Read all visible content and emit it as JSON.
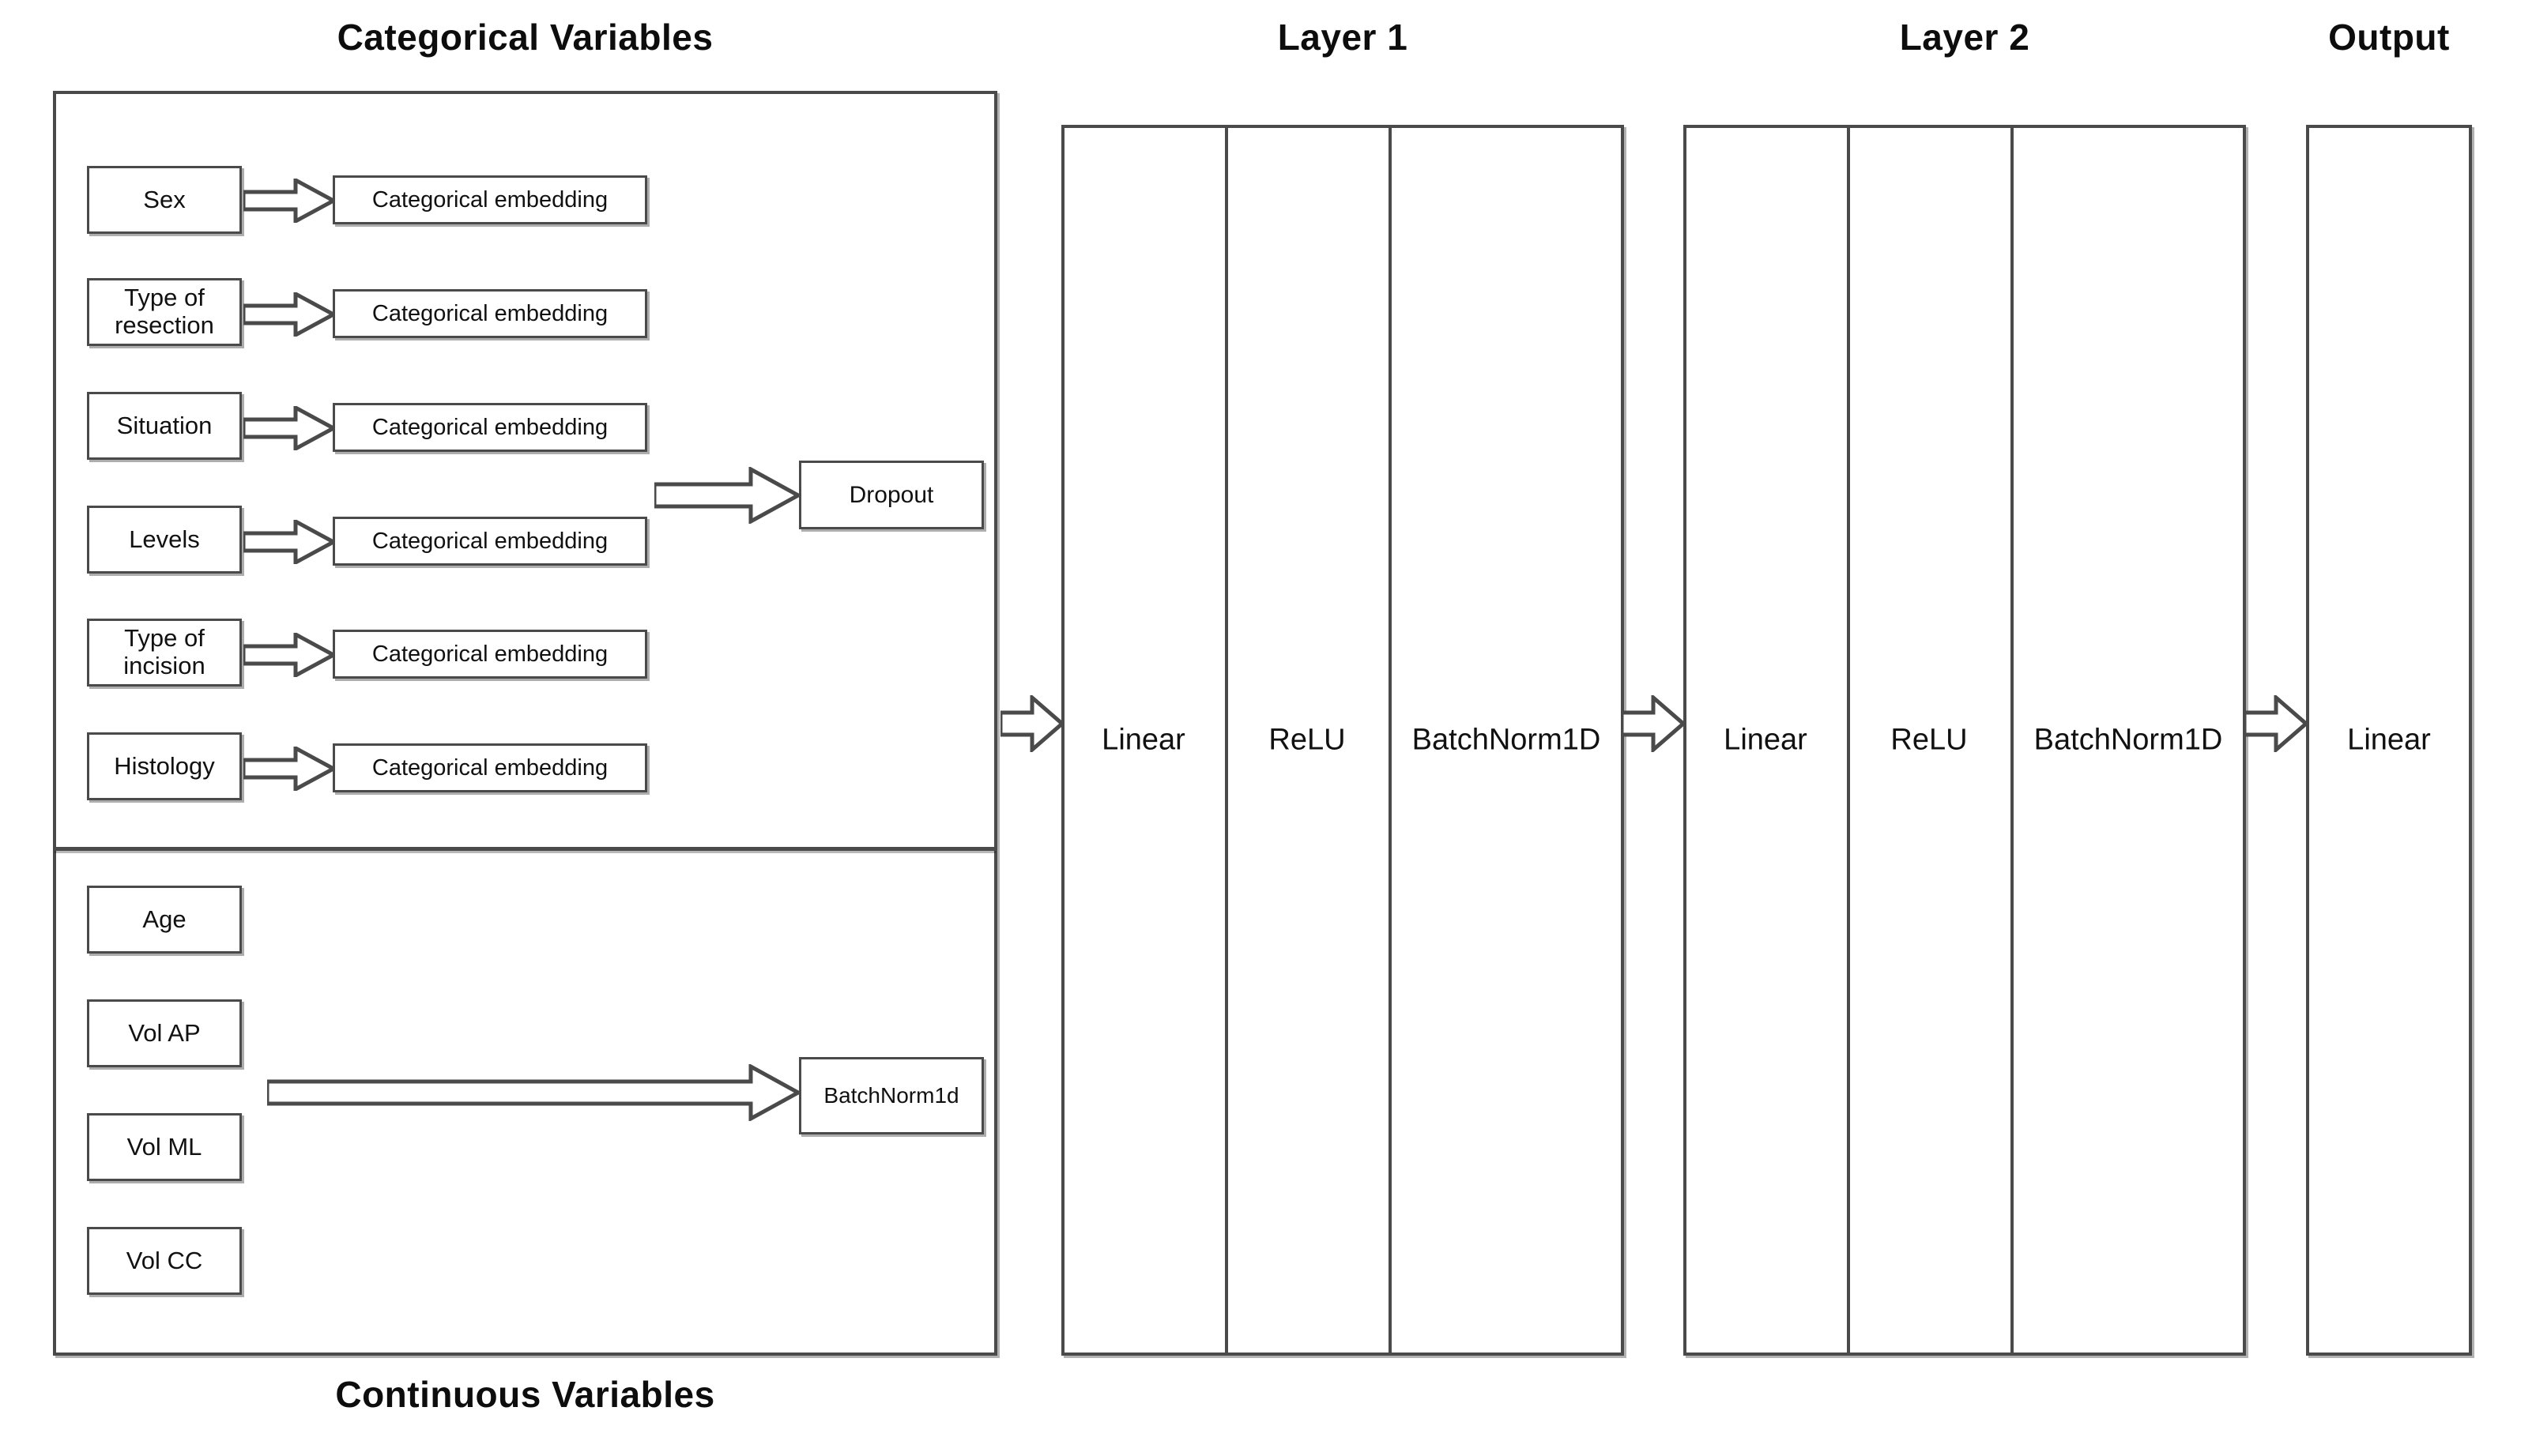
{
  "headings": {
    "categorical": "Categorical Variables",
    "continuous": "Continuous Variables",
    "layer1": "Layer 1",
    "layer2": "Layer 2",
    "output": "Output"
  },
  "categorical_rows": [
    {
      "variable": "Sex",
      "embedding": "Categorical embedding"
    },
    {
      "variable": "Type of\nresection",
      "embedding": "Categorical embedding"
    },
    {
      "variable": "Situation",
      "embedding": "Categorical embedding"
    },
    {
      "variable": "Levels",
      "embedding": "Categorical embedding"
    },
    {
      "variable": "Type of\nincision",
      "embedding": "Categorical embedding"
    },
    {
      "variable": "Histology",
      "embedding": "Categorical embedding"
    }
  ],
  "continuous_rows": [
    {
      "variable": "Age"
    },
    {
      "variable": "Vol AP"
    },
    {
      "variable": "Vol ML"
    },
    {
      "variable": "Vol CC"
    }
  ],
  "categorical_op": "Dropout",
  "continuous_op": "BatchNorm1d",
  "layer1_cells": [
    "Linear",
    "ReLU",
    "BatchNorm1D"
  ],
  "layer2_cells": [
    "Linear",
    "ReLU",
    "BatchNorm1D"
  ],
  "output_cells": [
    "Linear"
  ],
  "colors": {
    "stroke": "#4a4a4a",
    "text": "#111111",
    "background": "#ffffff"
  }
}
